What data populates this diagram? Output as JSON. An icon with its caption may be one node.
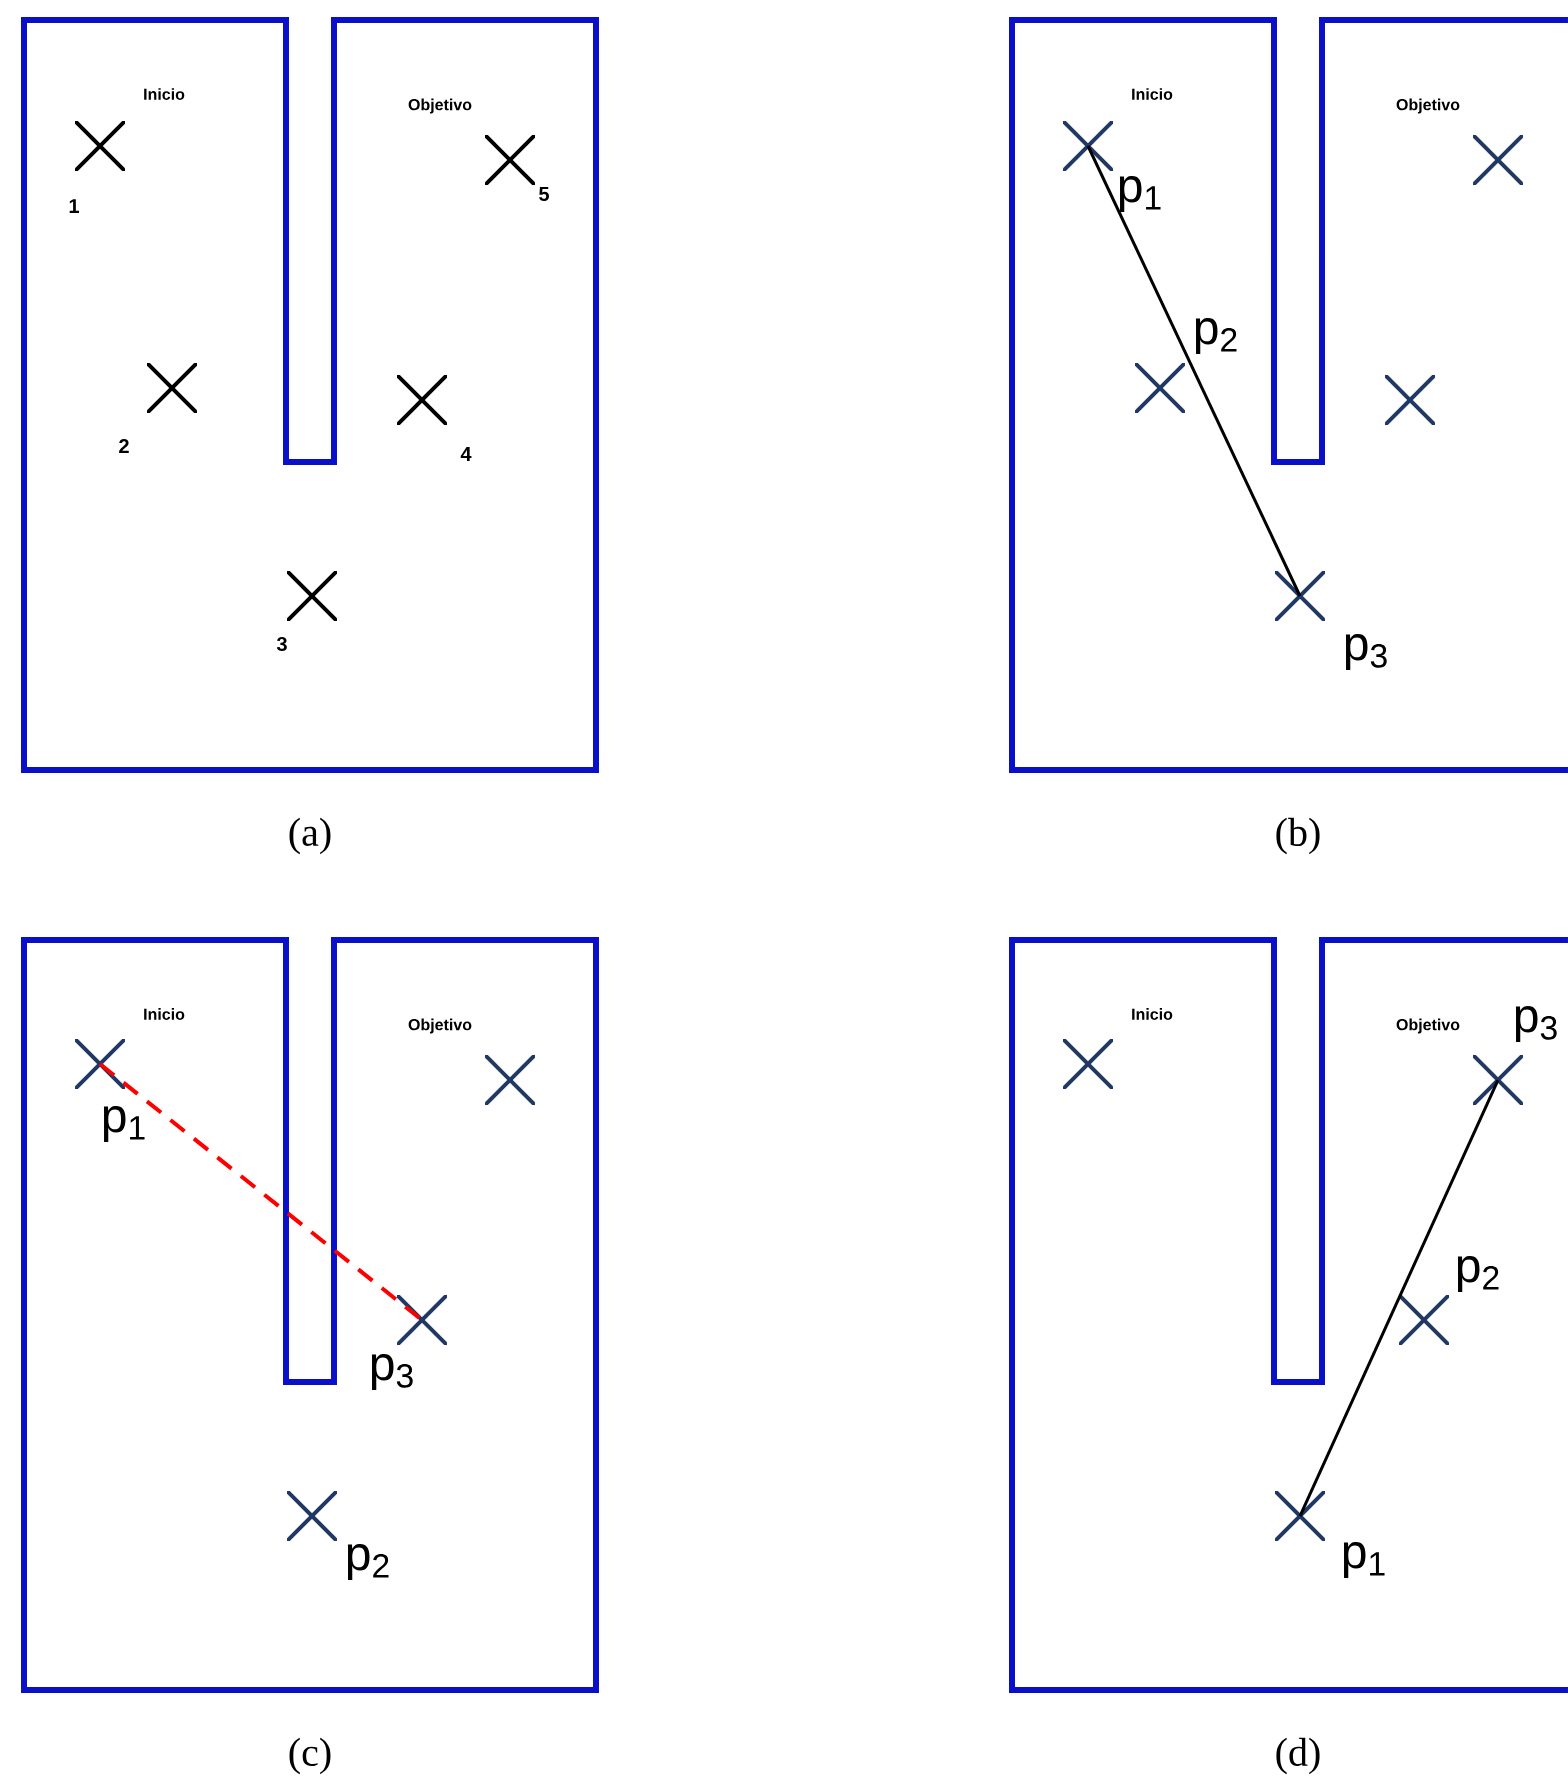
{
  "diagram": {
    "nodes": [
      {
        "text": [
          "Inicio",
          "Objetivo"
        ],
        "beside": [
          "(a)"
        ]
      },
      {
        "text": [],
        "shape": "cross",
        "in": 0,
        "beside": [
          "1"
        ]
      },
      {
        "text": [],
        "shape": "cross",
        "in": 0,
        "beside": [
          "2"
        ]
      },
      {
        "text": [],
        "shape": "cross",
        "in": 0,
        "beside": [
          "3"
        ]
      },
      {
        "text": [],
        "shape": "cross",
        "in": 0,
        "beside": [
          "4"
        ]
      },
      {
        "text": [],
        "shape": "cross",
        "in": 0,
        "beside": [
          "5"
        ]
      },
      {
        "text": [
          "Inicio",
          "Objetivo"
        ],
        "beside": [
          "(b)"
        ]
      },
      {
        "text": [],
        "shape": "cross",
        "in": 6,
        "beside": [
          "p$_{1}$"
        ]
      },
      {
        "text": [],
        "shape": "cross",
        "in": 6
      },
      {
        "text": [],
        "shape": "cross",
        "in": 6,
        "beside": [
          "p$_{3}$"
        ]
      },
      {
        "text": [],
        "shape": "cross",
        "in": 6
      },
      {
        "text": [],
        "shape": "cross",
        "in": 6
      },
      {
        "text": [
          "Inicio",
          "Objetivo"
        ],
        "beside": [
          "(c)"
        ]
      },
      {
        "text": [],
        "shape": "cross",
        "in": 12,
        "beside": [
          "p$_{1}$"
        ]
      },
      {
        "text": [],
        "shape": "cross",
        "in": 12,
        "beside": [
          "p$_{2}$"
        ]
      },
      {
        "text": [],
        "shape": "cross",
        "in": 12,
        "beside": [
          "p$_{3}$"
        ]
      },
      {
        "text": [],
        "shape": "cross",
        "in": 12
      },
      {
        "text": [
          "Inicio",
          "Objetivo"
        ],
        "beside": [
          "(d)"
        ]
      },
      {
        "text": [],
        "shape": "cross",
        "in": 17
      },
      {
        "text": [],
        "shape": "cross",
        "in": 17,
        "beside": [
          "p$_{1}$"
        ]
      },
      {
        "text": [],
        "shape": "cross",
        "in": 17,
        "beside": [
          "p$_{2}$"
        ]
      },
      {
        "text": [],
        "shape": "cross",
        "in": 17,
        "beside": [
          "p$_{3}$"
        ]
      }
    ],
    "edges": [
      {
        "from": 7,
        "to": 9,
        "arrow": "none"
      },
      {
        "from": 13,
        "to": 15,
        "arrow": "none",
        "style": "dashed",
        "color": "#ff0000"
      },
      {
        "from": 19,
        "to": 21,
        "arrow": "none"
      }
    ],
    "labels": [
      "p$_{2}$"
    ]
  }
}
